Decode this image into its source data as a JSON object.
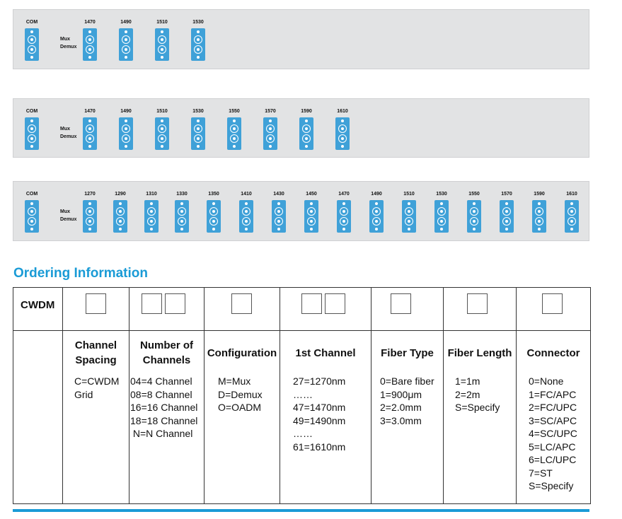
{
  "panels": [
    {
      "com_label": "COM",
      "mux": "Mux",
      "demux": "Demux",
      "channels": [
        "1470",
        "1490",
        "1510",
        "1530"
      ]
    },
    {
      "com_label": "COM",
      "mux": "Mux",
      "demux": "Demux",
      "channels": [
        "1470",
        "1490",
        "1510",
        "1530",
        "1550",
        "1570",
        "1590",
        "1610"
      ]
    },
    {
      "com_label": "COM",
      "mux": "Mux",
      "demux": "Demux",
      "channels": [
        "1270",
        "1290",
        "1310",
        "1330",
        "1350",
        "1410",
        "1430",
        "1450",
        "1470",
        "1490",
        "1510",
        "1530",
        "1550",
        "1570",
        "1590",
        "1610"
      ]
    }
  ],
  "ordering": {
    "title": "Ordering Information",
    "prefix": "CWDM",
    "headers": [
      "Channel Spacing",
      "Number of Channels",
      "Configuration",
      "1st Channel",
      "Fiber Type",
      "Fiber Length",
      "Connector"
    ],
    "options": [
      [
        "C=CWDM",
        "Grid"
      ],
      [
        "04=4 Channel",
        "08=8 Channel",
        "16=16 Channel",
        "18=18 Channel",
        " N=N Channel"
      ],
      [
        "M=Mux",
        "D=Demux",
        "O=OADM"
      ],
      [
        "27=1270nm",
        "……",
        "47=1470nm",
        "49=1490nm",
        "……",
        "61=1610nm"
      ],
      [
        "0=Bare fiber",
        "1=900μm",
        "2=2.0mm",
        "3=3.0mm"
      ],
      [
        "1=1m",
        "2=2m",
        "S=Specify"
      ],
      [
        "0=None",
        "1=FC/APC",
        "2=FC/UPC",
        "3=SC/APC",
        "4=SC/UPC",
        "5=LC/APC",
        "6=LC/UPC",
        "7=ST",
        "S=Specify"
      ]
    ]
  },
  "colors": {
    "accent": "#1a9bd6",
    "adapter": "#3fa1d8",
    "panel": "#e2e3e4"
  }
}
